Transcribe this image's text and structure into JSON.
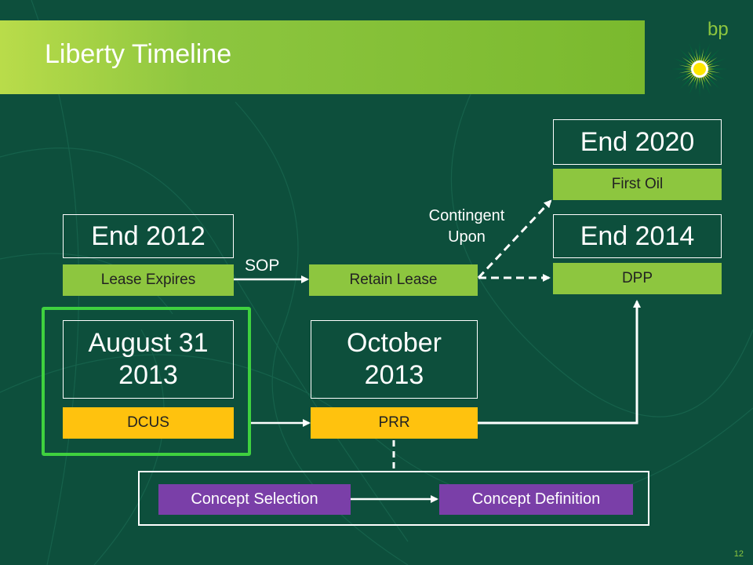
{
  "title": "Liberty Timeline",
  "logo_text": "bp",
  "page_number": "12",
  "dates": {
    "end_2020": "End 2020",
    "end_2012": "End 2012",
    "end_2014": "End 2014",
    "aug_2013": "August 31\n2013",
    "oct_2013": "October\n2013"
  },
  "milestones": {
    "first_oil": "First Oil",
    "lease_expires": "Lease Expires",
    "retain_lease": "Retain Lease",
    "dpp": "DPP",
    "dcus": "DCUS",
    "prr": "PRR",
    "concept_selection": "Concept Selection",
    "concept_definition": "Concept Definition"
  },
  "labels": {
    "sop": "SOP",
    "contingent": "Contingent\nUpon"
  },
  "colors": {
    "background": "#0d4f3c",
    "green": "#8dc63f",
    "orange": "#ffc20e",
    "purple": "#7a3fa8",
    "highlight": "#3fd13f"
  }
}
